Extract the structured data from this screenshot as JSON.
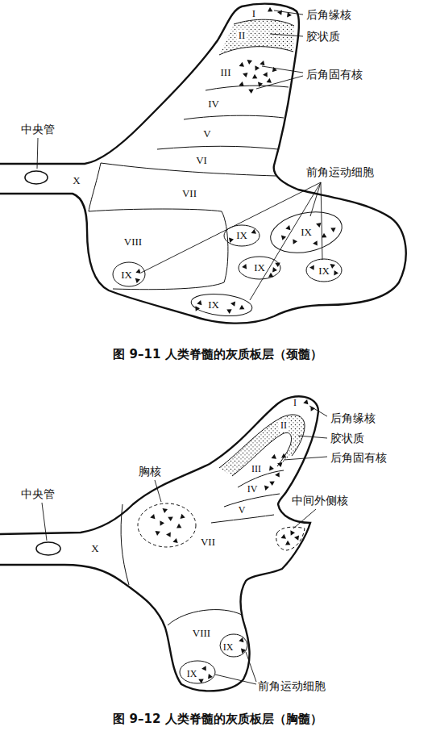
{
  "diagram": {
    "labels": [
      "后角缘核",
      "胶状质",
      "后角固有核",
      "中央管",
      "前角运动细胞",
      "I",
      "II",
      "III",
      "IV",
      "V",
      "VI",
      "X",
      "VII",
      "VIII",
      "IX",
      "IX",
      "IX",
      "IX",
      "IX",
      "IX",
      "图 9–11 人类脊髓的灰质板层（颈髓）",
      "后角缘核",
      "胶状质",
      "后角固有核",
      "胸核",
      "中央管",
      "中间外侧核",
      "I",
      "II",
      "III",
      "IV",
      "V",
      "VII",
      "X",
      "VIII",
      "IX",
      "IX",
      "前角运动细胞",
      "图 9–12 人类脊髓的灰质板层（胸髓）"
    ]
  }
}
